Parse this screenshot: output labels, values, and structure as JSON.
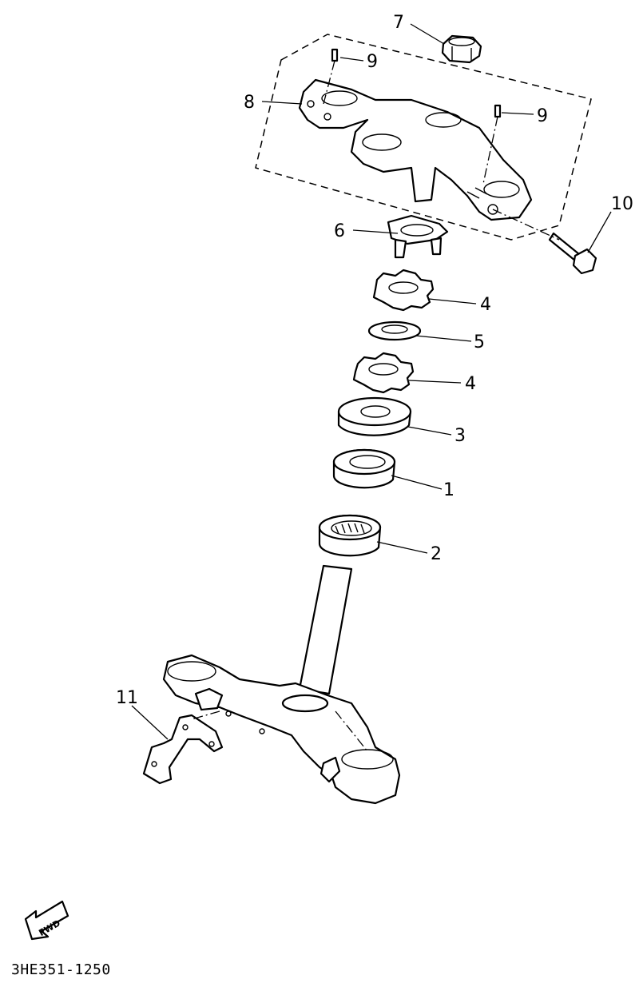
{
  "diagram": {
    "drawing_code": "3HE351-1250",
    "fwd_label": "FWD",
    "callouts": {
      "c1": "1",
      "c2": "2",
      "c3": "3",
      "c4a": "4",
      "c4b": "4",
      "c5": "5",
      "c6": "6",
      "c7": "7",
      "c8": "8",
      "c9a": "9",
      "c9b": "9",
      "c10": "10",
      "c11": "11"
    }
  }
}
